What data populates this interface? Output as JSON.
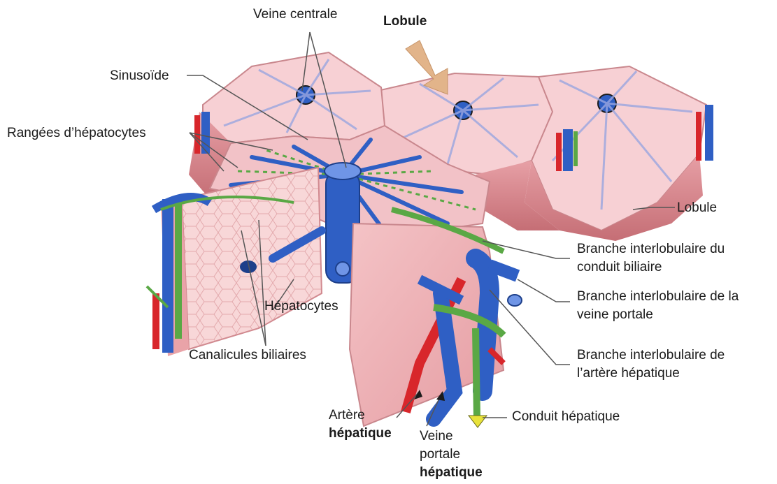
{
  "labels": {
    "veine_centrale": "Veine centrale",
    "lobule_top": "Lobule",
    "sinusoide": "Sinusoïde",
    "rangees": "Rangées d’hépatocytes",
    "lobule_right": "Lobule",
    "branche_conduit_1": "Branche interlobulaire du",
    "branche_conduit_2": "conduit biliaire",
    "branche_veine_1": "Branche interlobulaire de la",
    "branche_veine_2": "veine portale",
    "branche_artere_1": "Branche interlobulaire de",
    "branche_artere_2": "l’artère hépatique",
    "hepatocytes": "Hépatocytes",
    "canalicules": "Canalicules biliaires",
    "artere_1": "Artère",
    "artere_2": "hépatique",
    "veine_portale_1": "Veine",
    "veine_portale_2": "portale",
    "veine_portale_3": "hépatique",
    "conduit_hepatique": "Conduit hépatique"
  },
  "colors": {
    "lobule_face": "#f6c9cf",
    "lobule_side": "#d98a8f",
    "sinusoid_stripe": "#9aa6e0",
    "vein": "#2f5fc4",
    "artery": "#d8262b",
    "bile_duct": "#5aa845",
    "arrow": "#e2b48a",
    "duct_arrow": "#e8e23a"
  }
}
